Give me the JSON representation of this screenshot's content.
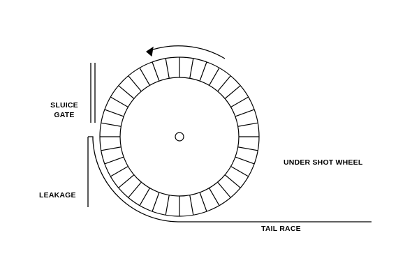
{
  "labels": {
    "sluice_gate_line1": "SLUICE",
    "sluice_gate_line2": "GATE",
    "leakage": "LEAKAGE",
    "under_shot_wheel": "UNDER SHOT WHEEL",
    "tail_race": "TAIL RACE"
  },
  "wheel": {
    "bucket_count": 36,
    "rotation": "counter-clockwise"
  },
  "colors": {
    "line": "#000000",
    "background": "#ffffff"
  }
}
